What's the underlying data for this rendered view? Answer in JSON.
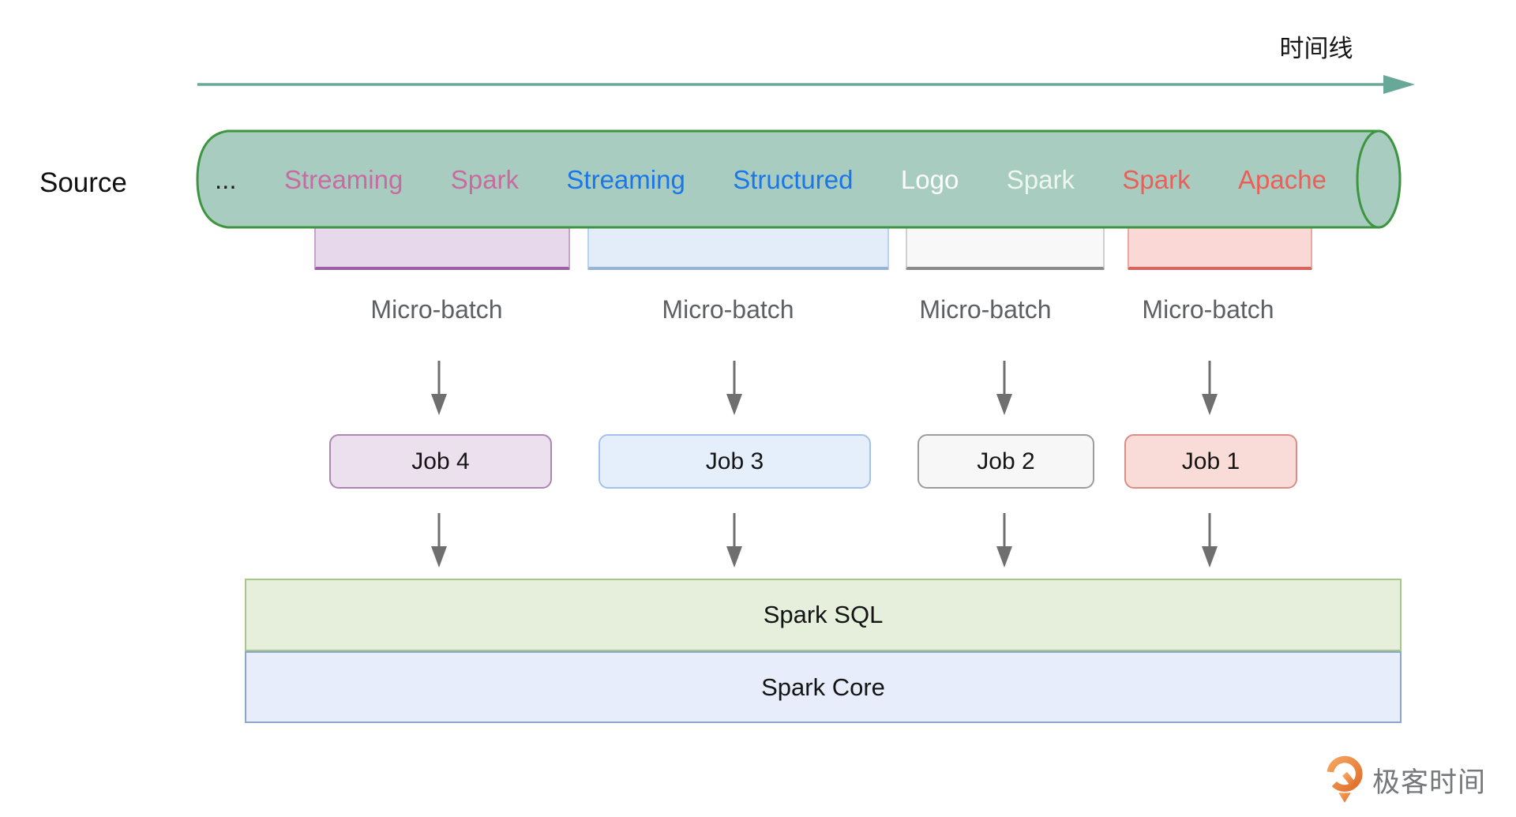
{
  "timeline": {
    "label": "时间线",
    "color": "#68a898"
  },
  "source": {
    "label": "Source",
    "cylinder_fill": "#a8cdc0",
    "cylinder_border": "#3e9540",
    "stream_words": [
      {
        "text": "...",
        "color": "#1c1c1c"
      },
      {
        "text": "Streaming",
        "color": "#c76ba1"
      },
      {
        "text": "Spark",
        "color": "#c76ba1"
      },
      {
        "text": "Streaming",
        "color": "#1b76e8"
      },
      {
        "text": "Structured",
        "color": "#1b76e8"
      },
      {
        "text": "Logo",
        "color": "#fdfefd"
      },
      {
        "text": "Spark",
        "color": "#eef6f1"
      },
      {
        "text": "Spark",
        "color": "#ea5f58"
      },
      {
        "text": "Apache",
        "color": "#ea5f58"
      }
    ]
  },
  "columns": [
    {
      "micro_batch_label": "Micro-batch",
      "job_label": "Job 4",
      "batch_fill": "#e7d9eb",
      "batch_border": "#c9a3cf",
      "batch_border_dark": "#9a5fa5",
      "job_fill": "#ecdfee",
      "job_border": "#ab87b3"
    },
    {
      "micro_batch_label": "Micro-batch",
      "job_label": "Job 3",
      "batch_fill": "#e3edfa",
      "batch_border": "#b9d2ef",
      "batch_border_dark": "#97b3d6",
      "job_fill": "#e5eefb",
      "job_border": "#a3c2e9"
    },
    {
      "micro_batch_label": "Micro-batch",
      "job_label": "Job 2",
      "batch_fill": "#f8f8f8",
      "batch_border": "#cfcfcf",
      "batch_border_dark": "#8a8a8a",
      "job_fill": "#f7f7f7",
      "job_border": "#9c9c9c"
    },
    {
      "micro_batch_label": "Micro-batch",
      "job_label": "Job 1",
      "batch_fill": "#f9d8d5",
      "batch_border": "#eba9a3",
      "batch_border_dark": "#d4645c",
      "job_fill": "#f9dbd8",
      "job_border": "#dc8d85"
    }
  ],
  "layers": [
    {
      "label": "Spark SQL",
      "fill": "#e5efdc",
      "border": "#a9c78d"
    },
    {
      "label": "Spark Core",
      "fill": "#e7edfb",
      "border": "#8ba6c9"
    }
  ],
  "branding": {
    "text": "极客时间",
    "accent": "#ed7d2d",
    "text_color": "#75777a"
  }
}
